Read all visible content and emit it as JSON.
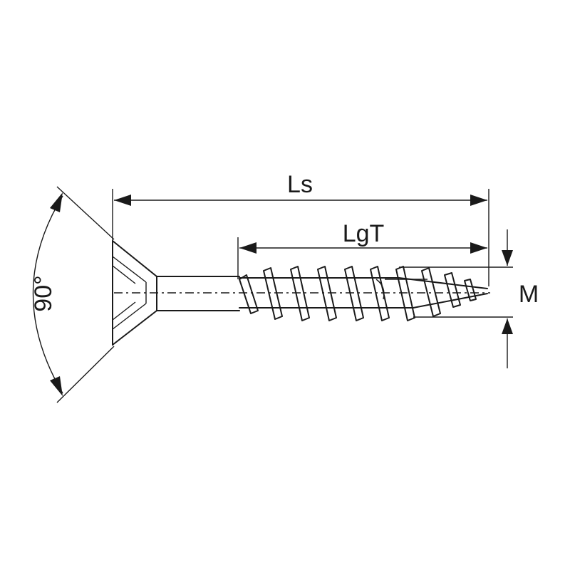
{
  "diagram": {
    "subject": "countersunk-screw",
    "labels": {
      "angle": "90°",
      "overall_length": "Ls",
      "thread_length": "LgT",
      "diameter": "M"
    },
    "colors": {
      "line": "#1a1a1a",
      "background": "#ffffff"
    }
  }
}
